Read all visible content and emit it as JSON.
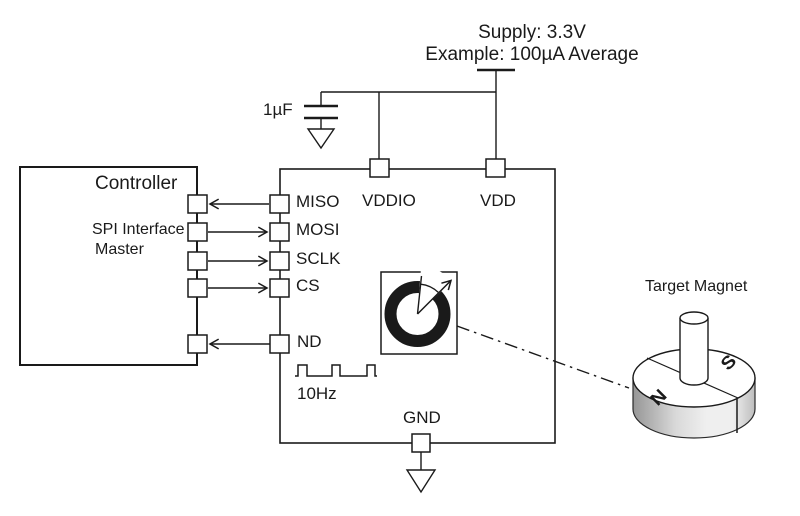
{
  "supply": {
    "line1": "Supply: 3.3V",
    "line2": "Example: 100µA Average"
  },
  "capacitor_label": "1µF",
  "controller": {
    "title": "Controller",
    "subtitle1": "SPI Interface",
    "subtitle2": "Master"
  },
  "spi_pins": [
    "MISO",
    "MOSI",
    "SCLK",
    "CS"
  ],
  "nd_pin": "ND",
  "top_pins": [
    "VDDIO",
    "VDD"
  ],
  "ground_pin": "GND",
  "clock_label": "10Hz",
  "magnet": {
    "title": "Target Magnet",
    "pole_left": "N",
    "pole_right": "S"
  },
  "colors": {
    "stroke": "#1a1a1a",
    "background": "#ffffff",
    "magnet_side_dark": "#969696",
    "magnet_side_mid": "#d9d9d9",
    "magnet_side_light": "#efefef",
    "magnet_side_right": "#bdbdbd"
  }
}
